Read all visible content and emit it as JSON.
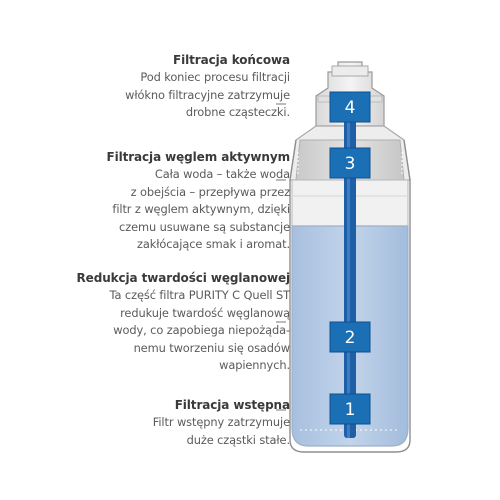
{
  "sections": [
    {
      "stage": "4",
      "title": "Filtracja końcowa",
      "body": "Pod koniec procesu filtracji\nwłókno filtracyjne zatrzymuje\ndrobne cząsteczki."
    },
    {
      "stage": "3",
      "title": "Filtracja węglem aktywnym",
      "body": "Cała woda – także woda\nz obejścia  – przepływa przez\nfiltr z węglem aktywnym, dzięki\nczemu usuwane są substancje\nzakłócające smak i aromat."
    },
    {
      "stage": "2",
      "title": "Redukcja twardości węglanowej",
      "body": "Ta część filtra PURITY C Quell ST\nredukuje twardość węglanową\nwody, co zapobiega niepożąda-\nnemu tworzeniu się osadów\nwapiennych."
    },
    {
      "stage": "1",
      "title": "Filtracja wstępna",
      "body": "Filtr wstępny zatrzymuje\nduże cząstki stałe."
    }
  ],
  "colors": {
    "stage_box": "#1b6fb5",
    "water": "#9bb8dc",
    "center_tube": "#1a5aa0",
    "carbon": "#cfcfcf"
  }
}
